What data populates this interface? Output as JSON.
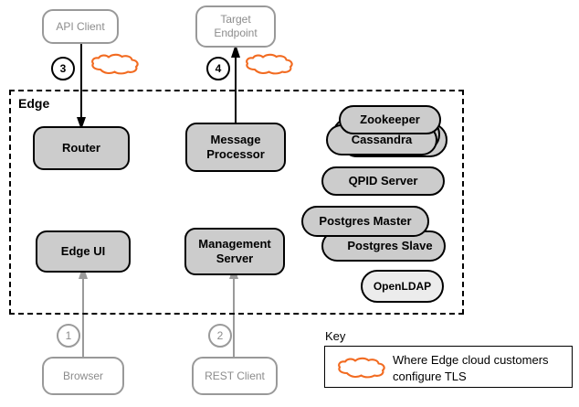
{
  "diagram": {
    "boundary": {
      "label": "Edge"
    },
    "external_nodes": [
      {
        "id": "api-client",
        "label": "API Client"
      },
      {
        "id": "target-endpoint",
        "label": "Target\nEndpoint"
      },
      {
        "id": "browser",
        "label": "Browser"
      },
      {
        "id": "rest-client",
        "label": "REST Client"
      }
    ],
    "edge_components": [
      {
        "id": "router",
        "label": "Router"
      },
      {
        "id": "message-processor",
        "label": "Message\nProcessor"
      },
      {
        "id": "edge-ui",
        "label": "Edge UI"
      },
      {
        "id": "management-server",
        "label": "Management\nServer"
      },
      {
        "id": "zookeeper",
        "label": "Zookeeper"
      },
      {
        "id": "cassandra",
        "label": "Cassandra"
      },
      {
        "id": "qpid-server",
        "label": "QPID Server"
      },
      {
        "id": "postgres-master",
        "label": "Postgres Master"
      },
      {
        "id": "postgres-slave",
        "label": "Postgres Slave"
      },
      {
        "id": "openldap",
        "label": "OpenLDAP"
      }
    ],
    "steps": [
      {
        "id": "step-1",
        "number": "1"
      },
      {
        "id": "step-2",
        "number": "2"
      },
      {
        "id": "step-3",
        "number": "3"
      },
      {
        "id": "step-4",
        "number": "4"
      }
    ],
    "key": {
      "title": "Key",
      "description": "Where Edge cloud customers\nconfigure TLS",
      "icon": "cloud-icon"
    },
    "colors": {
      "cloud": "#F26B21",
      "component_fill": "#CCCCCC",
      "component_light_fill": "#ECECEC",
      "external_stroke": "#999999",
      "external_text": "#8C8C8C",
      "boundary_stroke": "#000000"
    }
  }
}
